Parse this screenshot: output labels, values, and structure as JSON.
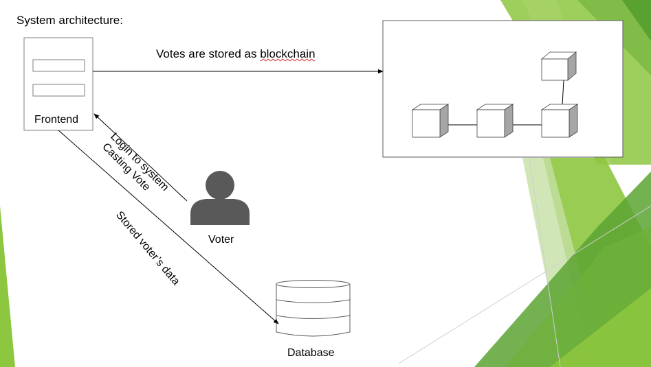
{
  "title": "System architecture:",
  "nodes": {
    "frontend": {
      "label": "Frontend"
    },
    "voter": {
      "label": "Voter"
    },
    "database": {
      "label": "Database"
    }
  },
  "edges": {
    "frontend_to_blockchain": {
      "label_prefix": "Votes are stored as ",
      "label_emphasis": "blockchain"
    },
    "voter_to_frontend": {
      "line1": "Login to system",
      "line2": "Casting Vote"
    },
    "frontend_to_database": {
      "label": "Stored voter’s data"
    }
  },
  "colors": {
    "accent_green": "#8dc63f",
    "dark_green": "#5ca332",
    "light_green": "#c5e0a5",
    "person": "#595959",
    "cube_side": "#a6a6a6"
  }
}
